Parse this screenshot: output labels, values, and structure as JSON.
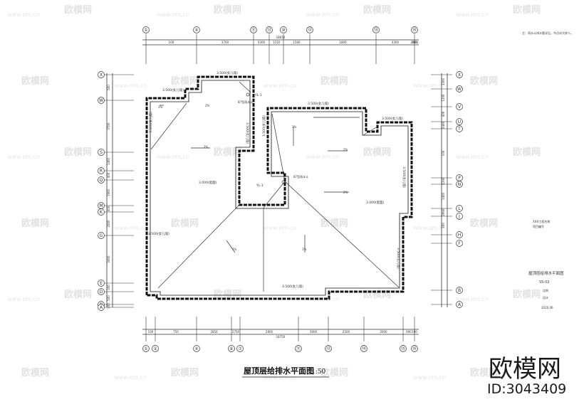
{
  "title": "屋顶层给排水平面图",
  "scale": "1:50",
  "watermark": {
    "brand": "欧模网",
    "site": "www.om.cn",
    "id": "ID:3043409"
  },
  "grid_top": [
    "①",
    "④",
    "⑪",
    "⑬",
    "⑩",
    "⑫",
    "⑮",
    "⑯"
  ],
  "grid_bottom": [
    "①",
    "②",
    "④",
    "⑥",
    "⑦",
    "⑪",
    "⑬",
    "⑭",
    "⑮",
    "⑯"
  ],
  "grid_left": [
    "X",
    "W",
    "S",
    "R",
    "Q",
    "M",
    "K",
    "G",
    "E",
    "D",
    "B",
    "A"
  ],
  "grid_right": [
    "X",
    "W",
    "V",
    "U",
    "T",
    "P",
    "N",
    "L",
    "J",
    "H",
    "F",
    "B",
    "A"
  ],
  "dims_top": [
    "100",
    "3700",
    "4300",
    "1150",
    "1500",
    "1800",
    "4300",
    "2600",
    "100"
  ],
  "dims_bottom": [
    "100",
    "750",
    "2850",
    "2750",
    "2800",
    "3000",
    "2500",
    "2600",
    "600",
    "100"
  ],
  "total_dims": {
    "top": "18650",
    "bottom": "18750"
  },
  "dims_left": [
    "500",
    "3700",
    "1400",
    "400",
    "1900",
    "400",
    "2000",
    "3400",
    "300",
    "500",
    "200"
  ],
  "dims_right": [
    "1200",
    "1200",
    "400",
    "3400",
    "100",
    "1200",
    "1400",
    "2900",
    "300"
  ],
  "plan_labels": {
    "eave_elev": "3.500(女儿墙)",
    "roof_elev": "3.000(屋面)",
    "outlet_tag": "YL-1",
    "drain_note": "87型雨水斗",
    "slope": "2%",
    "ratio": "1%"
  },
  "notes": {
    "top_right": "注：雨水斗排水管详见，节点详大样二。"
  },
  "title_block": {
    "line1": "XXX工程名称",
    "line2": "项目编号",
    "drawing_name": "屋顶层给排水平面图",
    "drawing_no": "SS-02",
    "scale": "比例",
    "designer": "设计",
    "date": "2020.06"
  }
}
